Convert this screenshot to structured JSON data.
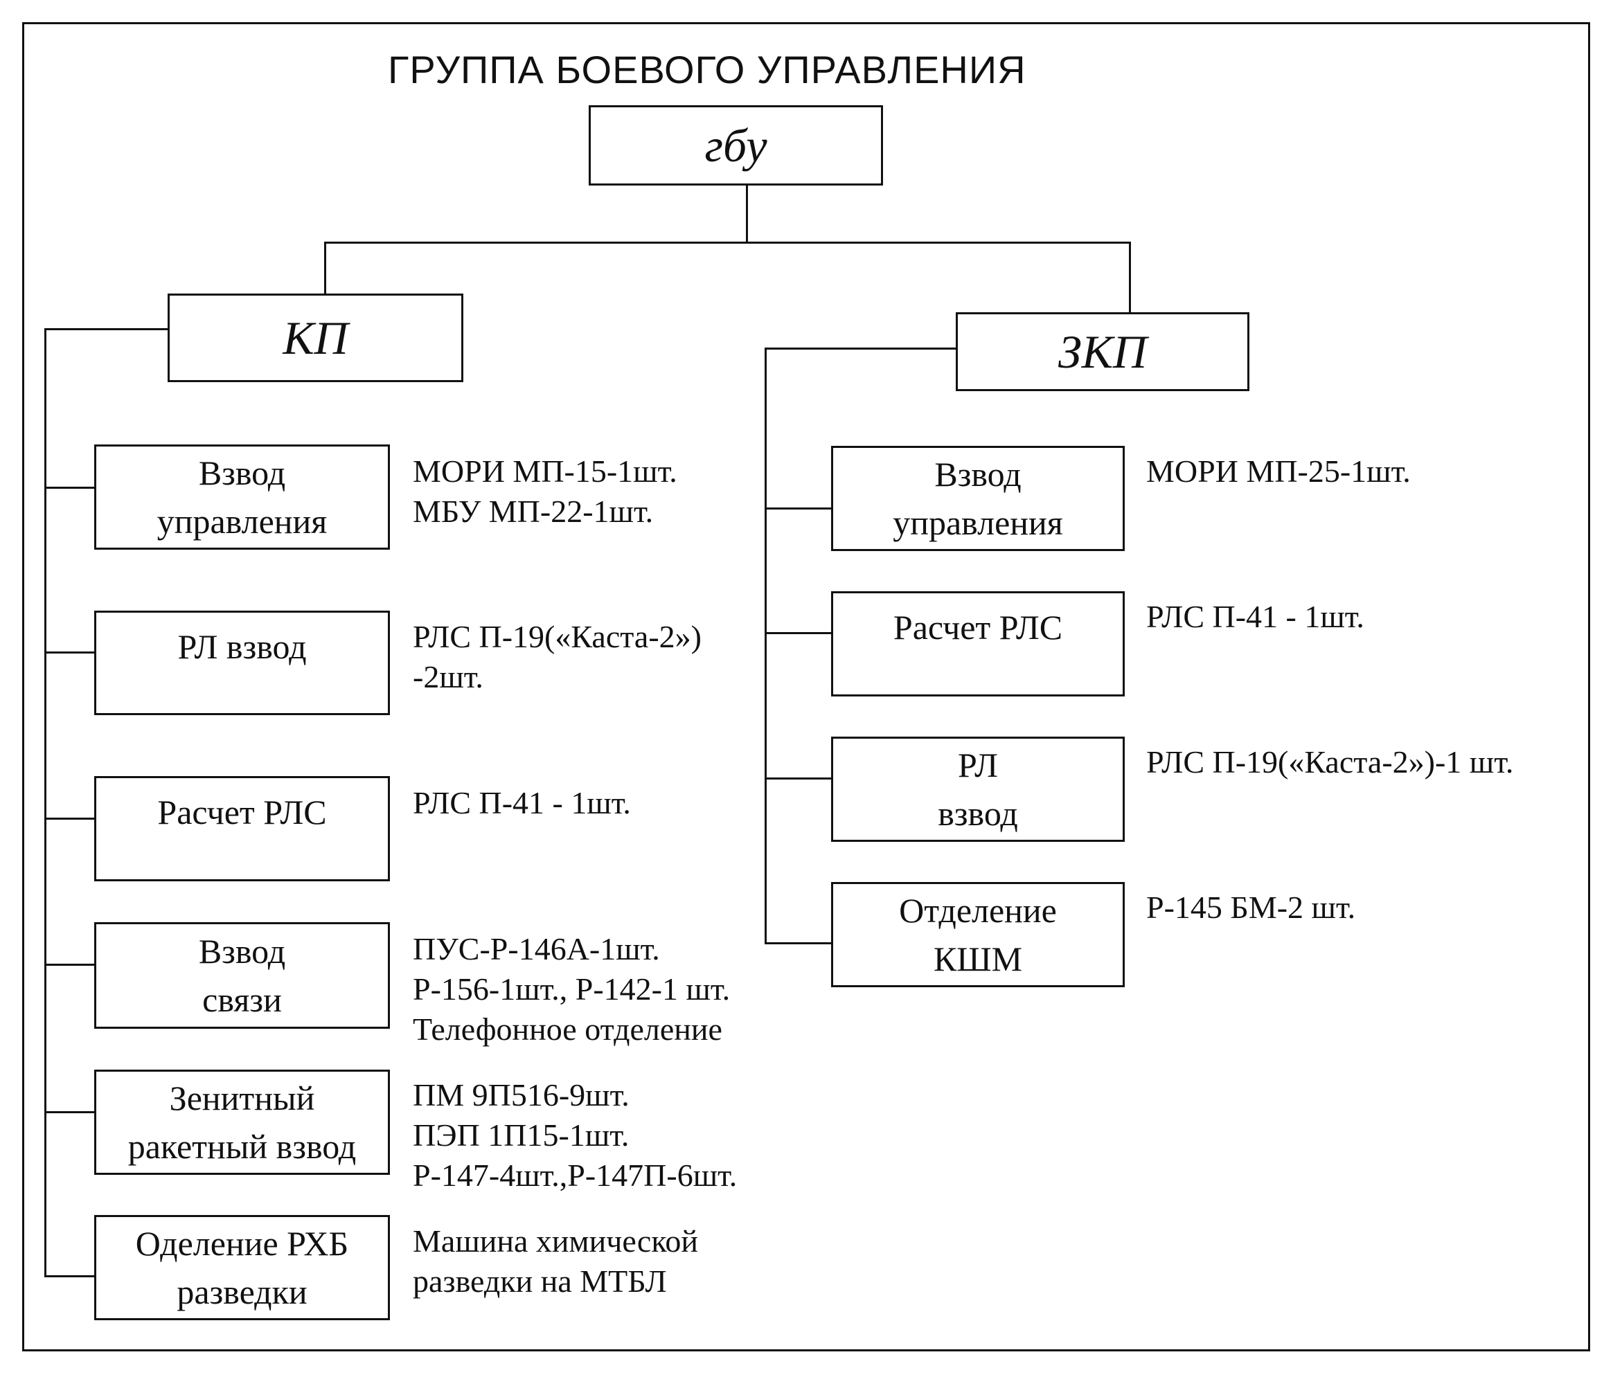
{
  "title": "ГРУППА БОЕВОГО УПРАВЛЕНИЯ",
  "root": {
    "label": "гбу"
  },
  "kp": {
    "label": "КП",
    "units": [
      {
        "label": "Взвод\nуправления",
        "equipment": "МОРИ МП-15-1шт.\nМБУ МП-22-1шт."
      },
      {
        "label": "РЛ взвод",
        "equipment": "РЛС П-19(«Каста-2»)\n-2шт."
      },
      {
        "label": "Расчет РЛС",
        "equipment": "РЛС П-41 - 1шт."
      },
      {
        "label": "Взвод\nсвязи",
        "equipment": "ПУС-Р-146А-1шт.\nР-156-1шт., Р-142-1 шт.\nТелефонное отделение"
      },
      {
        "label": "Зенитный\nракетный взвод",
        "equipment": "ПМ 9П516-9шт.\nПЭП 1П15-1шт.\nР-147-4шт.,Р-147П-6шт."
      },
      {
        "label": "Оделение РХБ\nразведки",
        "equipment": "Машина химической\nразведки на МТБЛ"
      }
    ]
  },
  "zkp": {
    "label": "ЗКП",
    "units": [
      {
        "label": "Взвод\nуправления",
        "equipment": "МОРИ МП-25-1шт."
      },
      {
        "label": "Расчет РЛС",
        "equipment": "РЛС П-41 - 1шт."
      },
      {
        "label": "РЛ\nвзвод",
        "equipment": "РЛС П-19(«Каста-2»)-1 шт."
      },
      {
        "label": "Отделение\nКШМ",
        "equipment": "Р-145 БМ-2 шт."
      }
    ]
  }
}
